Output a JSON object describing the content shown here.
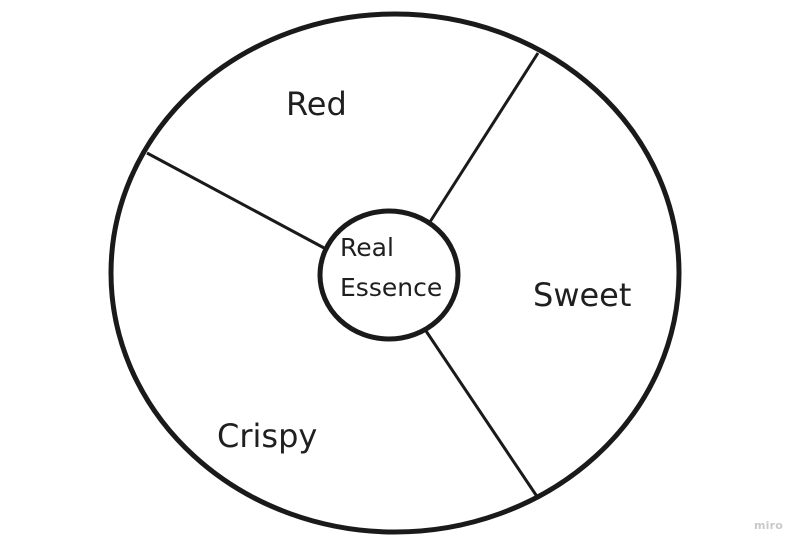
{
  "diagram": {
    "segments": {
      "top": "Red",
      "right": "Sweet",
      "bottom_left": "Crispy"
    },
    "center": {
      "line1": "Real",
      "line2": "Essence"
    }
  },
  "watermark": "miro",
  "colors": {
    "stroke": "#1a1a1a",
    "text": "#1f1f1f",
    "watermark": "#c9c9c9",
    "background": "#ffffff"
  }
}
